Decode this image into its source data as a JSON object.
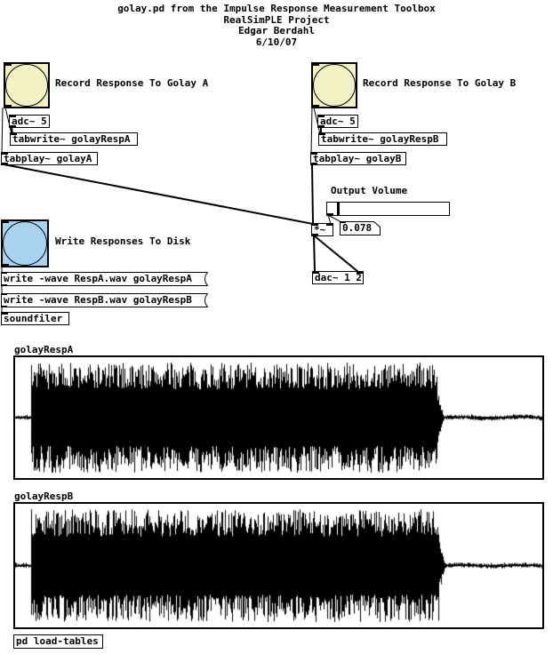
{
  "header": {
    "line1": "golay.pd from the Impulse Response Measurement Toolbox",
    "line2": "RealSimPLE Project",
    "line3": "Edgar Berdahl",
    "line4": "6/10/07"
  },
  "colors": {
    "bang_yellow": "#f2f2c4",
    "bang_blue": "#a9d2f1",
    "wire": "#000000",
    "background": "#ffffff"
  },
  "section_a": {
    "bang_label": "Record Response To Golay A",
    "adc": "adc~ 5",
    "tabwrite": "tabwrite~ golayRespA",
    "tabplay": "tabplay~ golayA"
  },
  "section_b": {
    "bang_label": "Record Response To Golay B",
    "adc": "adc~ 5",
    "tabwrite": "tabwrite~ golayRespB",
    "tabplay": "tabplay~ golayB"
  },
  "output": {
    "label": "Output Volume",
    "multiply": "*~",
    "gain_value": "0.078",
    "slider_knob_frac": 0.082,
    "dac": "dac~ 1 2"
  },
  "disk": {
    "bang_label": "Write Responses To Disk",
    "msg_a": "write -wave RespA.wav golayRespA",
    "msg_b": "write -wave RespB.wav golayRespB",
    "soundfiler": "soundfiler"
  },
  "arrays": [
    {
      "name": "golayRespA",
      "waveform": {
        "seed": 7,
        "silence_end_frac": 0.029,
        "burst_end_frac": 0.8,
        "core_amp": 0.5,
        "spike_amp": 0.47,
        "tail_amp": 2.2
      }
    },
    {
      "name": "golayRespB",
      "waveform": {
        "seed": 13,
        "silence_end_frac": 0.029,
        "burst_end_frac": 0.803,
        "core_amp": 0.5,
        "spike_amp": 0.47,
        "tail_amp": 2.2
      }
    }
  ],
  "subpatch": {
    "label": "pd load-tables"
  }
}
